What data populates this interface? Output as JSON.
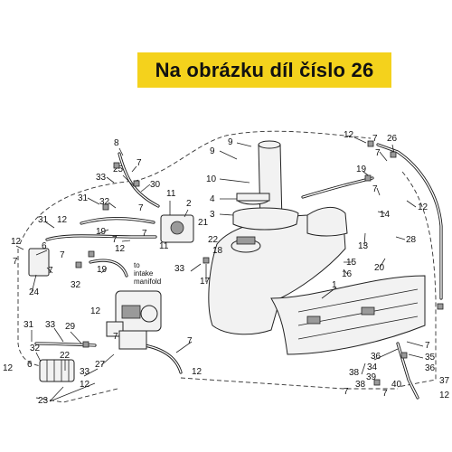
{
  "banner": {
    "text": "Na obrázku díl číslo 26",
    "background": "#f4d21c",
    "text_color": "#111111"
  },
  "diagram": {
    "note": "to intake manifold",
    "note_lines": [
      "to",
      "intake",
      "manifold"
    ],
    "callouts": [
      {
        "id": "c-12-a",
        "text": "12"
      },
      {
        "id": "c-7-a",
        "text": "7"
      },
      {
        "id": "c-26",
        "text": "26"
      },
      {
        "id": "c-7-b",
        "text": "7"
      },
      {
        "id": "c-19-a",
        "text": "19"
      },
      {
        "id": "c-7-c",
        "text": "7"
      },
      {
        "id": "c-12-b",
        "text": "12"
      },
      {
        "id": "c-9-a",
        "text": "9"
      },
      {
        "id": "c-9-b",
        "text": "9"
      },
      {
        "id": "c-10",
        "text": "10"
      },
      {
        "id": "c-4",
        "text": "4"
      },
      {
        "id": "c-3",
        "text": "3"
      },
      {
        "id": "c-14",
        "text": "14"
      },
      {
        "id": "c-13",
        "text": "13"
      },
      {
        "id": "c-28",
        "text": "28"
      },
      {
        "id": "c-20",
        "text": "20"
      },
      {
        "id": "c-15",
        "text": "15"
      },
      {
        "id": "c-16",
        "text": "16"
      },
      {
        "id": "c-1",
        "text": "1"
      },
      {
        "id": "c-8",
        "text": "8"
      },
      {
        "id": "c-7-d",
        "text": "7"
      },
      {
        "id": "c-33-a",
        "text": "33"
      },
      {
        "id": "c-25",
        "text": "25"
      },
      {
        "id": "c-30",
        "text": "30"
      },
      {
        "id": "c-31-a",
        "text": "31"
      },
      {
        "id": "c-32-a",
        "text": "32"
      },
      {
        "id": "c-7-e",
        "text": "7"
      },
      {
        "id": "c-11",
        "text": "11"
      },
      {
        "id": "c-2",
        "text": "2"
      },
      {
        "id": "c-12-c",
        "text": "12"
      },
      {
        "id": "c-19-b",
        "text": "19"
      },
      {
        "id": "c-7-f",
        "text": "7"
      },
      {
        "id": "c-12-d",
        "text": "12"
      },
      {
        "id": "c-7-g",
        "text": "7"
      },
      {
        "id": "c-11-b",
        "text": "11"
      },
      {
        "id": "c-21",
        "text": "21"
      },
      {
        "id": "c-22-a",
        "text": "22"
      },
      {
        "id": "c-18",
        "text": "18"
      },
      {
        "id": "c-33-b",
        "text": "33"
      },
      {
        "id": "c-17",
        "text": "17"
      },
      {
        "id": "c-31-b",
        "text": "31"
      },
      {
        "id": "c-12-e",
        "text": "12"
      },
      {
        "id": "c-6-a",
        "text": "6"
      },
      {
        "id": "c-7-h",
        "text": "7"
      },
      {
        "id": "c-7-i",
        "text": "7"
      },
      {
        "id": "c-7-j",
        "text": "7"
      },
      {
        "id": "c-19-c",
        "text": "19"
      },
      {
        "id": "c-32-b",
        "text": "32"
      },
      {
        "id": "c-24",
        "text": "24"
      },
      {
        "id": "c-12-f",
        "text": "12"
      },
      {
        "id": "c-31-c",
        "text": "31"
      },
      {
        "id": "c-33-c",
        "text": "33"
      },
      {
        "id": "c-29",
        "text": "29"
      },
      {
        "id": "c-32-c",
        "text": "32"
      },
      {
        "id": "c-22-b",
        "text": "22"
      },
      {
        "id": "c-6-b",
        "text": "6"
      },
      {
        "id": "c-12-g",
        "text": "12"
      },
      {
        "id": "c-33-d",
        "text": "33"
      },
      {
        "id": "c-7-k",
        "text": "7"
      },
      {
        "id": "c-27",
        "text": "27"
      },
      {
        "id": "c-12-h",
        "text": "12"
      },
      {
        "id": "c-23",
        "text": "23"
      },
      {
        "id": "c-7-l",
        "text": "7"
      },
      {
        "id": "c-12-i",
        "text": "12"
      },
      {
        "id": "c-38-a",
        "text": "38"
      },
      {
        "id": "c-36-a",
        "text": "36"
      },
      {
        "id": "c-7-m",
        "text": "7"
      },
      {
        "id": "c-35",
        "text": "35"
      },
      {
        "id": "c-34",
        "text": "34"
      },
      {
        "id": "c-36-b",
        "text": "36"
      },
      {
        "id": "c-39",
        "text": "39"
      },
      {
        "id": "c-38-b",
        "text": "38"
      },
      {
        "id": "c-40",
        "text": "40"
      },
      {
        "id": "c-7-n",
        "text": "7"
      },
      {
        "id": "c-7-o",
        "text": "7"
      },
      {
        "id": "c-37",
        "text": "37"
      },
      {
        "id": "c-12-j",
        "text": "12"
      }
    ]
  }
}
